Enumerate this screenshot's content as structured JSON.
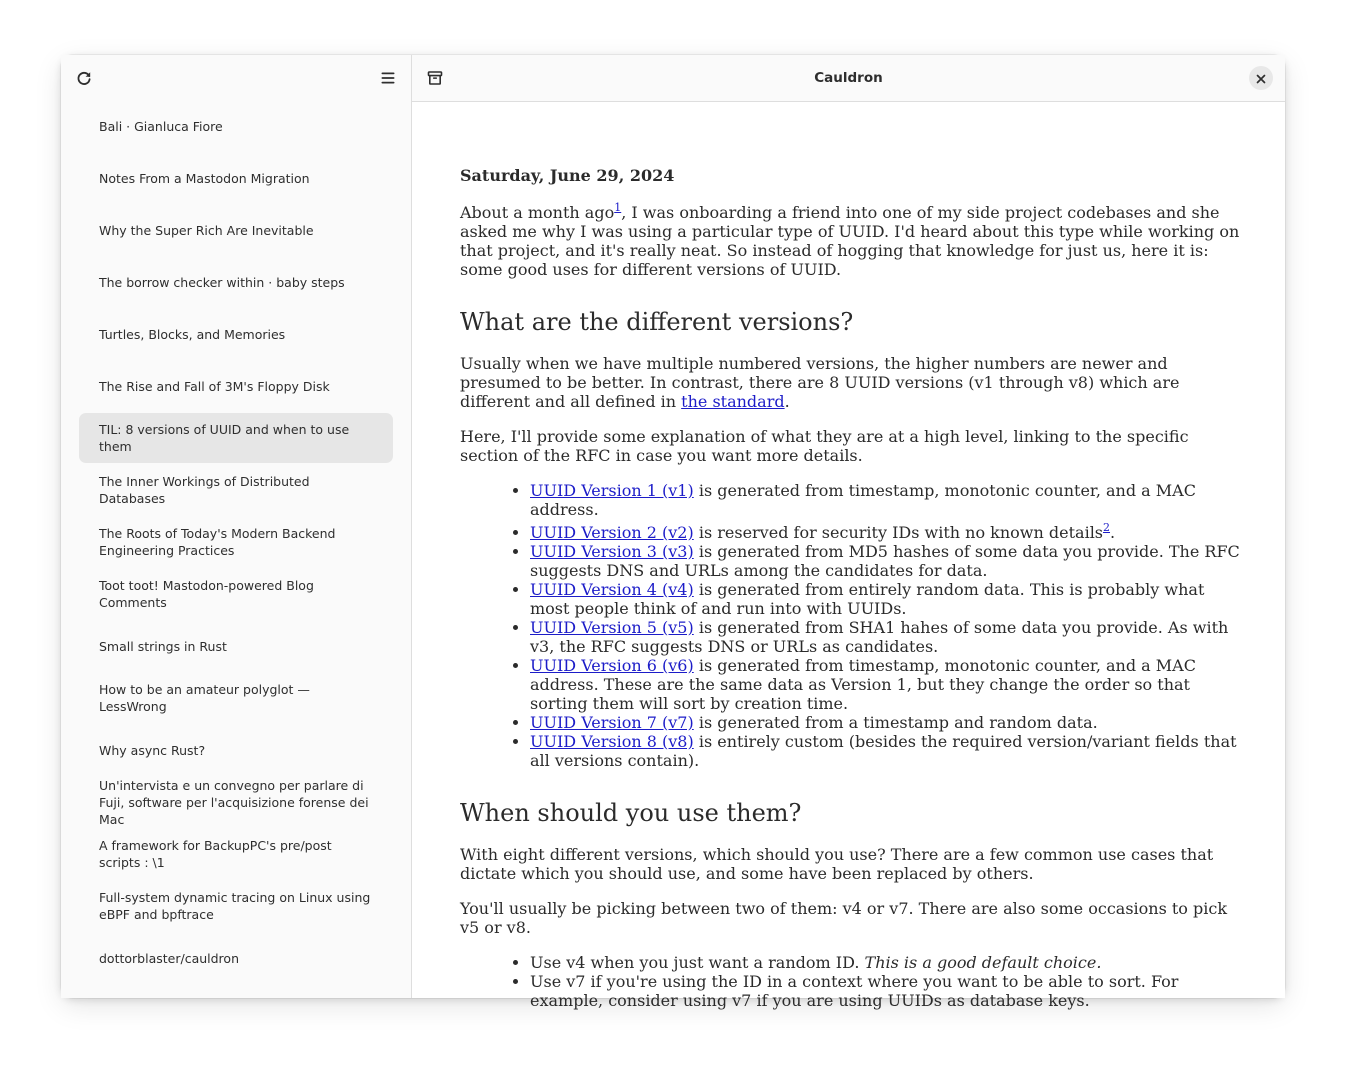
{
  "window": {
    "title": "Cauldron"
  },
  "sidebar": {
    "refresh_icon": "refresh-icon",
    "menu_icon": "hamburger-menu-icon",
    "items": [
      {
        "label": "Bali · Gianluca Fiore"
      },
      {
        "label": "Notes From a Mastodon Migration"
      },
      {
        "label": "Why the Super Rich Are Inevitable"
      },
      {
        "label": "The borrow checker within · baby steps"
      },
      {
        "label": "Turtles, Blocks, and Memories"
      },
      {
        "label": "The Rise and Fall of 3M's Floppy Disk"
      },
      {
        "label": "TIL: 8 versions of UUID and when to use them",
        "selected": true
      },
      {
        "label": "The Inner Workings of Distributed Databases"
      },
      {
        "label": "The Roots of Today's Modern Backend Engineering Practices"
      },
      {
        "label": "Toot toot! Mastodon-powered Blog Comments"
      },
      {
        "label": "Small strings in Rust"
      },
      {
        "label": "How to be an amateur polyglot — LessWrong"
      },
      {
        "label": "Why async Rust?"
      },
      {
        "label": "Un'intervista e un convegno per parlare di Fuji, software per l'acquisizione forense dei Mac"
      },
      {
        "label": "A framework for BackupPC's pre/post scripts : \\1"
      },
      {
        "label": "Full-system dynamic tracing on Linux using eBPF and bpftrace"
      },
      {
        "label": "dottorblaster/cauldron"
      }
    ]
  },
  "content": {
    "archive_icon": "archive-icon",
    "close_icon": "close-icon"
  },
  "article": {
    "date": "Saturday, June 29, 2024",
    "intro_a": "About a month ago",
    "intro_fn": "1",
    "intro_b": ", I was onboarding a friend into one of my side project codebases and she asked me why I was using a particular type of UUID. I'd heard about this type while working on that project, and it's really neat. So instead of hogging that knowledge for just us, here it is: some good uses for different versions of UUID.",
    "h_versions": "What are the different versions?",
    "p_versions_a": "Usually when we have multiple numbered versions, the higher numbers are newer and presumed to be better. In contrast, there are 8 UUID versions (v1 through v8) which are different and all defined in ",
    "p_versions_link": "the standard",
    "p_versions_b": ".",
    "p_explain": "Here, I'll provide some explanation of what they are at a high level, linking to the specific section of the RFC in case you want more details.",
    "versions": [
      {
        "link": "UUID Version 1 (v1)",
        "text": " is generated from timestamp, monotonic counter, and a MAC address."
      },
      {
        "link": "UUID Version 2 (v2)",
        "text": " is reserved for security IDs with no known details",
        "fn": "2",
        "tail": "."
      },
      {
        "link": "UUID Version 3 (v3)",
        "text": " is generated from MD5 hashes of some data you provide. The RFC suggests DNS and URLs among the candidates for data."
      },
      {
        "link": "UUID Version 4 (v4)",
        "text": " is generated from entirely random data. This is probably what most people think of and run into with UUIDs."
      },
      {
        "link": "UUID Version 5 (v5)",
        "text": " is generated from SHA1 hahes of some data you provide. As with v3, the RFC suggests DNS or URLs as candidates."
      },
      {
        "link": "UUID Version 6 (v6)",
        "text": " is generated from timestamp, monotonic counter, and a MAC address. These are the same data as Version 1, but they change the order so that sorting them will sort by creation time."
      },
      {
        "link": "UUID Version 7 (v7)",
        "text": " is generated from a timestamp and random data."
      },
      {
        "link": "UUID Version 8 (v8)",
        "text": " is entirely custom (besides the required version/variant fields that all versions contain)."
      }
    ],
    "h_when": "When should you use them?",
    "p_when": "With eight different versions, which should you use? There are a few common use cases that dictate which you should use, and some have been replaced by others.",
    "p_usually": "You'll usually be picking between two of them: v4 or v7. There are also some occasions to pick v5 or v8.",
    "use_v4": "Use v4 when you just want a random ID. ",
    "use_v4_em": "This is a good default choice.",
    "use_v7": "Use v7 if you're using the ID in a context where you want to be able to sort. For example, consider using v7 if you are using UUIDs as database keys."
  }
}
